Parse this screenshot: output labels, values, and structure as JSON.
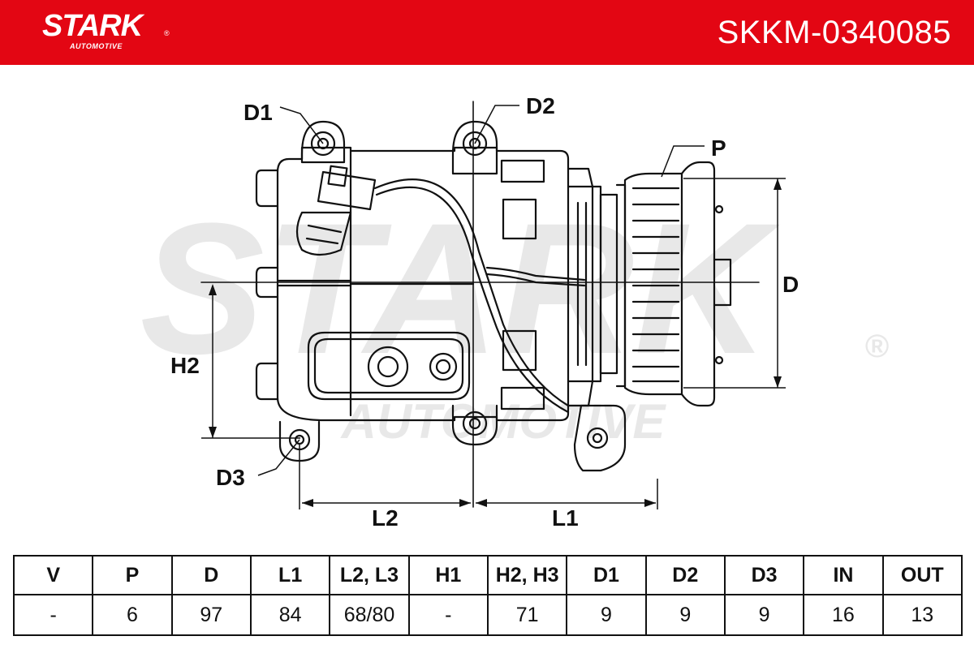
{
  "header": {
    "brand": "STARK",
    "brand_sub": "AUTOMOTIVE",
    "registered_mark": "®",
    "part_number": "SKKM-0340085",
    "background_color": "#e30613",
    "text_color": "#ffffff"
  },
  "watermark": {
    "main": "STARK",
    "sub": "AUTOMOTIVE",
    "registered_mark": "®"
  },
  "dimension_labels": {
    "d1": "D1",
    "d2": "D2",
    "d3": "D3",
    "p": "P",
    "d": "D",
    "h2": "H2",
    "l1": "L1",
    "l2": "L2"
  },
  "spec_table": {
    "headers": [
      "V",
      "P",
      "D",
      "L1",
      "L2, L3",
      "H1",
      "H2, H3",
      "D1",
      "D2",
      "D3",
      "IN",
      "OUT"
    ],
    "values": [
      "-",
      "6",
      "97",
      "84",
      "68/80",
      "-",
      "71",
      "9",
      "9",
      "9",
      "16",
      "13"
    ]
  }
}
